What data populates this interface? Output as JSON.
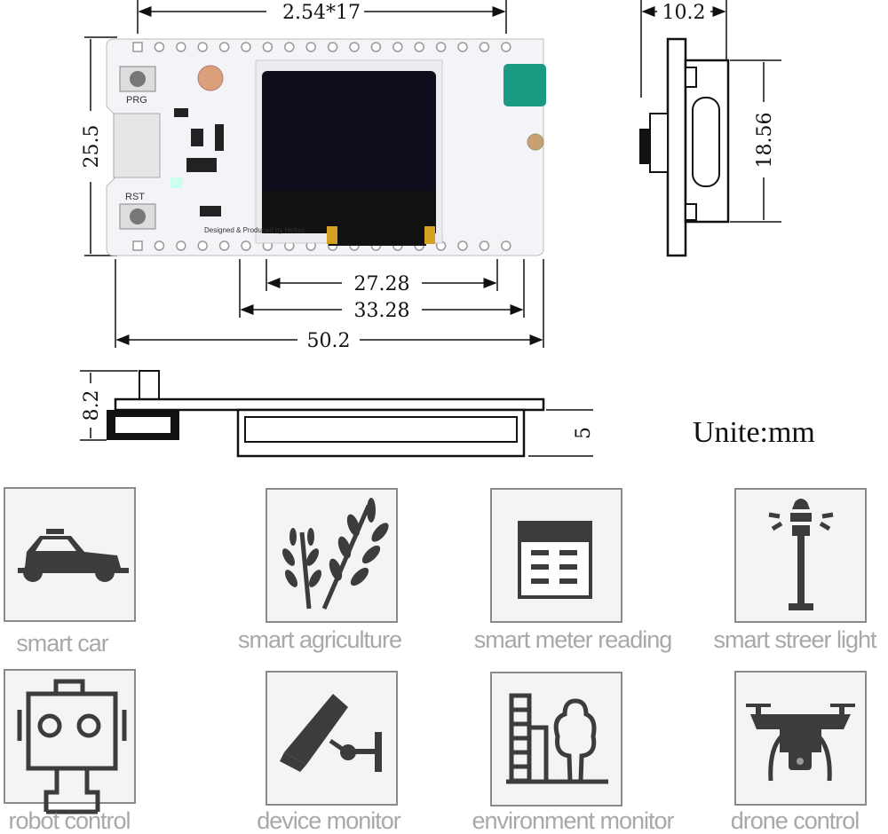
{
  "dimensions": {
    "pin_pitch": "2.54*17",
    "board_height": "25.5",
    "side_depth": "10.2",
    "side_height": "18.56",
    "screen_inner": "27.28",
    "screen_outer": "33.28",
    "board_length": "50.2",
    "total_height": "8.2",
    "screen_thickness": "5"
  },
  "unit_label": "Unite:mm",
  "board": {
    "button_top": "PRG",
    "button_bottom": "RST",
    "silkscreen": "Designed & Produced by Heltec"
  },
  "applications": [
    {
      "label": "smart car",
      "icon": "car-icon"
    },
    {
      "label": "smart agriculture",
      "icon": "wheat-icon"
    },
    {
      "label": "smart meter reading",
      "icon": "meter-icon"
    },
    {
      "label": "smart streer light",
      "icon": "street-light-icon"
    },
    {
      "label": "robot control",
      "icon": "robot-icon"
    },
    {
      "label": "device monitor",
      "icon": "camera-icon"
    },
    {
      "label": "environment monitor",
      "icon": "environment-icon"
    },
    {
      "label": "drone control",
      "icon": "drone-icon"
    }
  ]
}
